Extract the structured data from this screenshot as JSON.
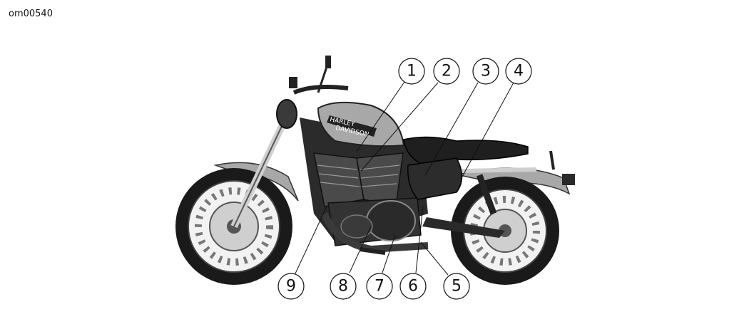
{
  "figure_id": "om00540",
  "callouts": [
    {
      "label": "1"
    },
    {
      "label": "2"
    },
    {
      "label": "3"
    },
    {
      "label": "4"
    },
    {
      "label": "5"
    },
    {
      "label": "6"
    },
    {
      "label": "7"
    },
    {
      "label": "8"
    },
    {
      "label": "9"
    }
  ],
  "tank_badge": {
    "line1": "HARLEY",
    "line2": "DAVIDSON"
  },
  "colors": {
    "ink": "#111111",
    "paint": "#a8a8a8",
    "tire": "#1a1a1a",
    "chrome": "#d9d9d9"
  }
}
